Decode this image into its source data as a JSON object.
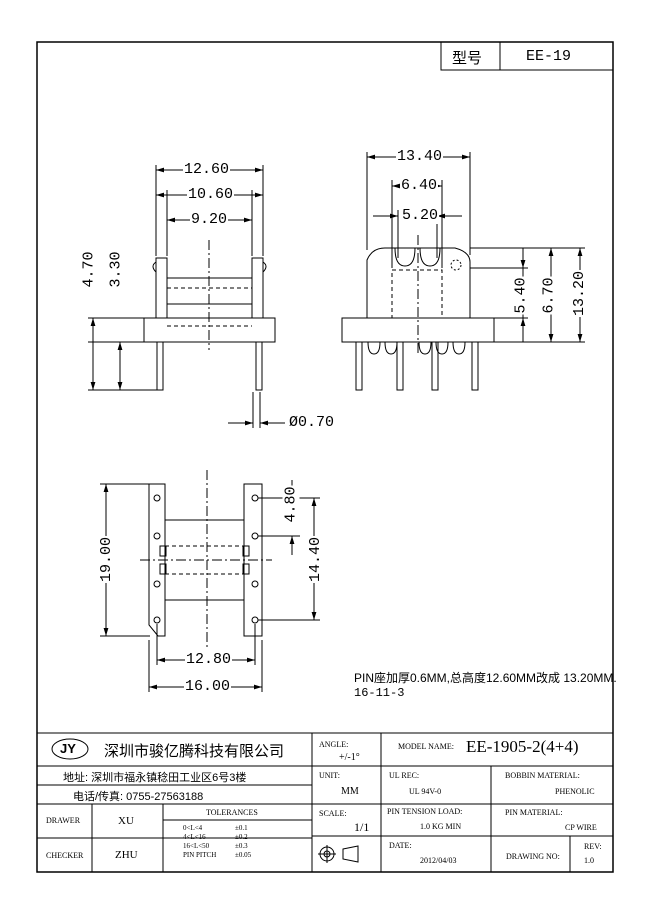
{
  "title_box": {
    "label": "型号",
    "value": "EE-19"
  },
  "dimensions": {
    "d_12_60_top": "12.60",
    "d_10_60": "10.60",
    "d_9_20": "9.20",
    "d_4_70": "4.70",
    "d_3_30": "3.30",
    "d_13_40": "13.40",
    "d_6_40": "6.40",
    "d_5_20": "5.20",
    "d_5_40": "5.40",
    "d_6_70": "6.70",
    "d_13_20": "13.20",
    "d_pin_dia": "Ø0.70",
    "d_4_80": "4.80",
    "d_14_40": "14.40",
    "d_19_00": "19.00",
    "d_12_80": "12.80",
    "d_16_00": "16.00"
  },
  "note": {
    "line1": "PIN座加厚0.6MM,总高度12.60MM改成 13.20MM.",
    "line2": "16-11-3"
  },
  "title_block": {
    "logo": "JY",
    "company": "深圳市骏亿腾科技有限公司",
    "address": "地址: 深圳市福永镇稔田工业区6号3楼",
    "phone": "电话/传真: 0755-27563188",
    "drawer_label": "DRAWER",
    "drawer_value": "XU",
    "checker_label": "CHECKER",
    "checker_value": "ZHU",
    "tolerances_label": "TOLERANCES",
    "tol_rows": [
      {
        "range": "0<L<4",
        "tol": "±0.1"
      },
      {
        "range": "4<L<16",
        "tol": "±0.2"
      },
      {
        "range": "16<L<50",
        "tol": "±0.3"
      },
      {
        "range": "PIN PITCH",
        "tol": "±0.05"
      }
    ],
    "angle_label": "ANGLE:",
    "angle_value": "+/-1°",
    "unit_label": "UNIT:",
    "unit_value": "MM",
    "scale_label": "SCALE:",
    "scale_value": "1/1",
    "model_label": "MODEL NAME:",
    "model_value": "EE-1905-2(4+4)",
    "ul_label": "UL REC:",
    "ul_value": "UL 94V-0",
    "bobbin_label": "BOBBIN MATERIAL:",
    "bobbin_value": "PHENOLIC",
    "tension_label": "PIN TENSION LOAD:",
    "tension_value": "1.0 KG MIN",
    "pin_mat_label": "PIN MATERIAL:",
    "pin_mat_value": "CP WIRE",
    "date_label": "DATE:",
    "date_value": "2012/04/03",
    "drawing_no_label": "DRAWING NO:",
    "rev_label": "REV:",
    "rev_value": "1.0"
  }
}
